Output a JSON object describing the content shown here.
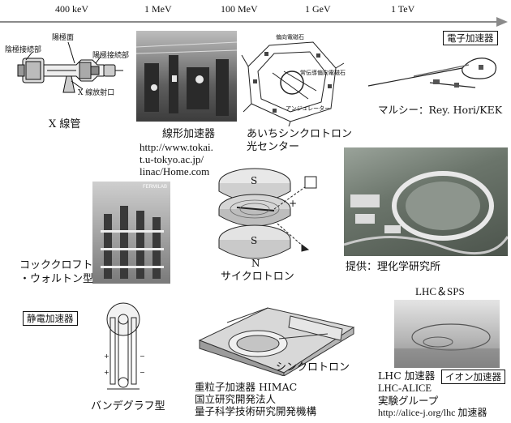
{
  "energy_scale": {
    "labels": [
      "400 keV",
      "1 MeV",
      "100 MeV",
      "1 GeV",
      "1 TeV"
    ],
    "color": "#8a8a8a"
  },
  "categories": {
    "electron": "電子加速器",
    "electrostatic": "静電加速器",
    "ion": "イオン加速器"
  },
  "xray_tube": {
    "title": "X 線管",
    "parts": {
      "anode_face": "陽極面",
      "cathode_connector": "陰極接続部",
      "anode_connector": "陽極接続部",
      "xray_window": "X 線放射口"
    }
  },
  "linac": {
    "title": "線形加速器",
    "url_lines": [
      "http://www.tokai.",
      "t.u-tokyo.ac.jp/",
      "linac/Home.com"
    ]
  },
  "aichi": {
    "title_lines": [
      "あいちシンクロトロン",
      "光センター"
    ],
    "parts": {
      "bend_magnet": "偏向電磁石",
      "undulator": "アンジュレーター",
      "quad_magnet": "常伝導偏向電磁石"
    }
  },
  "marcy": {
    "caption": "マルシー：Rey. Hori/KEK"
  },
  "cockcroft": {
    "title_lines": [
      "コッククロフト",
      "・ウォルトン型"
    ],
    "sign": "FERMILAB"
  },
  "cyclotron": {
    "title": "サイクロトロン",
    "pole_s": "S",
    "pole_n": "N",
    "plus": "+"
  },
  "riken": {
    "caption": "提供：理化学研究所"
  },
  "lhc": {
    "title": "LHC＆SPS",
    "lines": [
      "LHC 加速器",
      "LHC-ALICE",
      "実験グループ",
      "http://alice-j.org/lhc 加速器"
    ]
  },
  "vandegraaff": {
    "title": "バンデグラフ型"
  },
  "himac": {
    "label": "シンクロトロン",
    "lines": [
      "重粒子加速器 HIMAC",
      "国立研究開発法人",
      "量子科学技術研究開発機構"
    ]
  }
}
